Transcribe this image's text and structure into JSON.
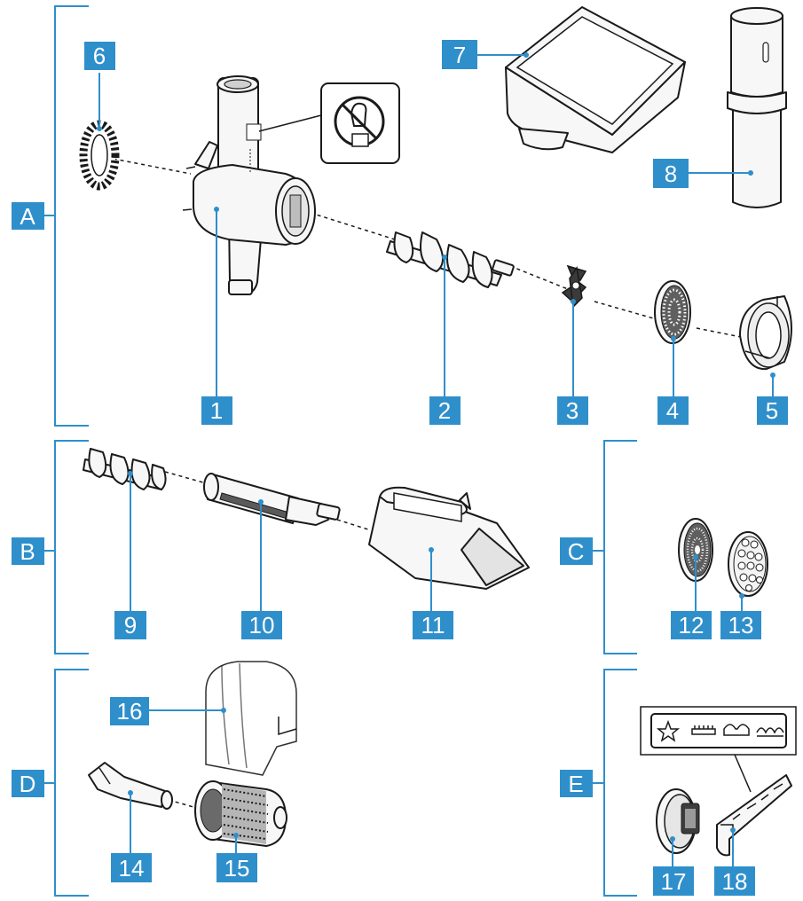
{
  "groups": {
    "A": "A",
    "B": "B",
    "C": "C",
    "D": "D",
    "E": "E"
  },
  "parts": {
    "p1": "1",
    "p2": "2",
    "p3": "3",
    "p4": "4",
    "p5": "5",
    "p6": "6",
    "p7": "7",
    "p8": "8",
    "p9": "9",
    "p10": "10",
    "p11": "11",
    "p12": "12",
    "p13": "13",
    "p14": "14",
    "p15": "15",
    "p16": "16",
    "p17": "17",
    "p18": "18"
  },
  "colors": {
    "accent": "#2f8fcb",
    "line": "#1a1a1a"
  }
}
